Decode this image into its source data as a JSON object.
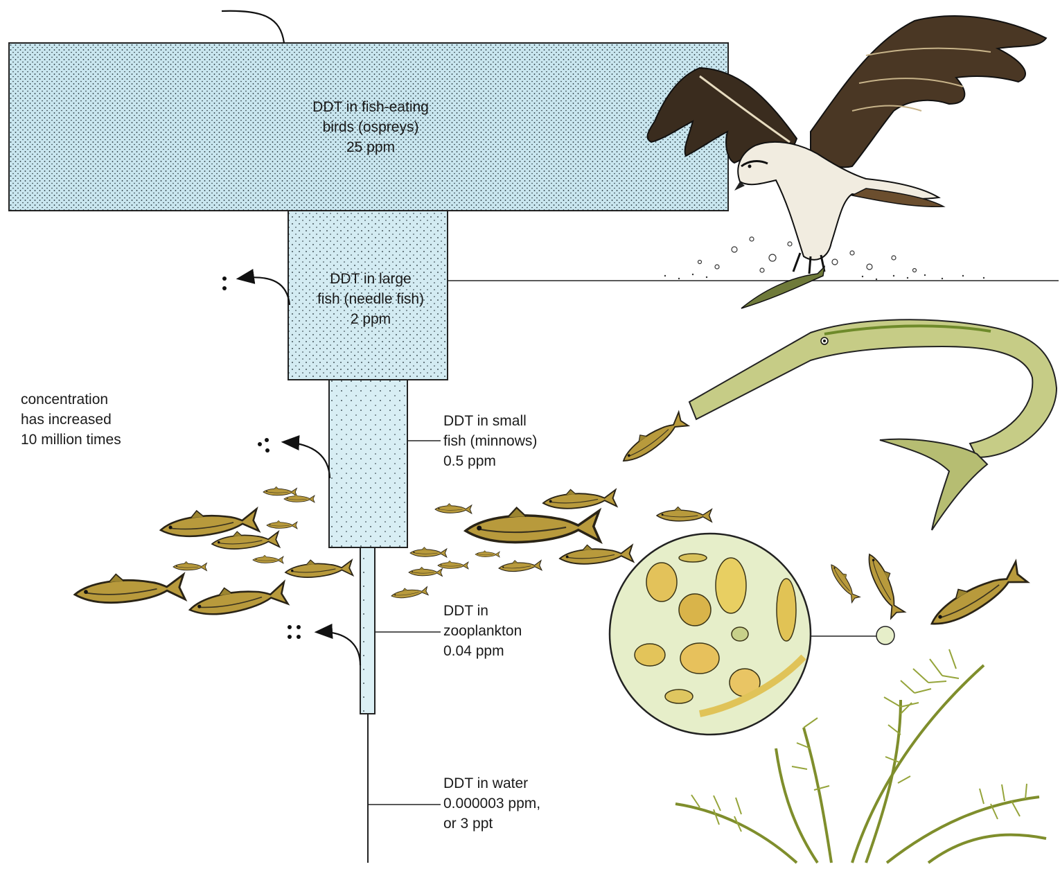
{
  "colors": {
    "block_fill": "#c9e6ef",
    "block_fill_light": "#d8eef4",
    "stipple": "#1c2a30",
    "line": "#222222",
    "fish_body": "#b89a3c",
    "plankton_fill": "#dde8b0",
    "plant_green": "#8c9b3a",
    "bird_dark": "#2b2118"
  },
  "levels": [
    {
      "id": "birds",
      "lines": [
        "DDT in fish-eating",
        "birds (ospreys)",
        "25 ppm"
      ],
      "ppm": 25
    },
    {
      "id": "large_fish",
      "lines": [
        "DDT in large",
        "fish (needle fish)",
        "2 ppm"
      ],
      "ppm": 2
    },
    {
      "id": "small_fish",
      "lines": [
        "DDT in small",
        "fish (minnows)",
        "0.5 ppm"
      ],
      "ppm": 0.5
    },
    {
      "id": "zooplankton",
      "lines": [
        "DDT in",
        "zooplankton",
        "0.04 ppm"
      ],
      "ppm": 0.04
    },
    {
      "id": "water",
      "lines": [
        "DDT in water",
        "0.000003 ppm,",
        "or 3 ppt"
      ],
      "ppm": 3e-06
    }
  ],
  "concentration_note": [
    "concentration",
    "has increased",
    "10 million times"
  ],
  "illustrations": [
    "osprey",
    "needle fish",
    "minnows",
    "zooplankton",
    "aquatic plants"
  ]
}
